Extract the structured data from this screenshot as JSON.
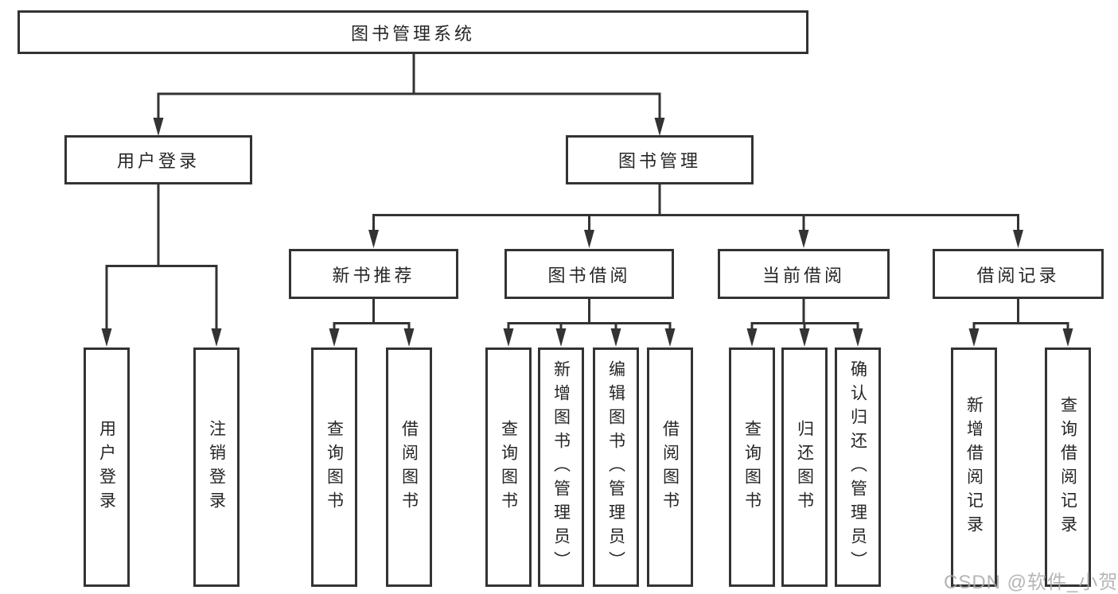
{
  "diagram_title": "图书管理系统",
  "tree": {
    "root": {
      "label": "图书管理系统"
    },
    "user_login": {
      "label": "用户登录"
    },
    "book_mgmt": {
      "label": "图书管理"
    },
    "leaf_user_login": {
      "label": "用户登录"
    },
    "leaf_logout": {
      "label": "注销登录"
    },
    "new_book": {
      "label": "新书推荐"
    },
    "book_borrow": {
      "label": "图书借阅"
    },
    "current_borrow": {
      "label": "当前借阅"
    },
    "borrow_record": {
      "label": "借阅记录"
    },
    "nb_query": {
      "label": "查询图书"
    },
    "nb_borrow": {
      "label": "借阅图书"
    },
    "bb_query": {
      "label": "查询图书"
    },
    "bb_add": {
      "label": "新增图书（管理员）"
    },
    "bb_edit": {
      "label": "编辑图书（管理员）"
    },
    "bb_borrow": {
      "label": "借阅图书"
    },
    "cb_query": {
      "label": "查询图书"
    },
    "cb_return": {
      "label": "归还图书"
    },
    "cb_confirm": {
      "label": "确认归还（管理员）"
    },
    "br_add": {
      "label": "新增借阅记录"
    },
    "br_query": {
      "label": "查询借阅记录"
    }
  },
  "watermark": {
    "text": "CSDN @软件_小贺同学"
  },
  "colors": {
    "line": "#333333",
    "text": "#262626",
    "watermark": "#a9a9a9",
    "background": "#ffffff"
  }
}
